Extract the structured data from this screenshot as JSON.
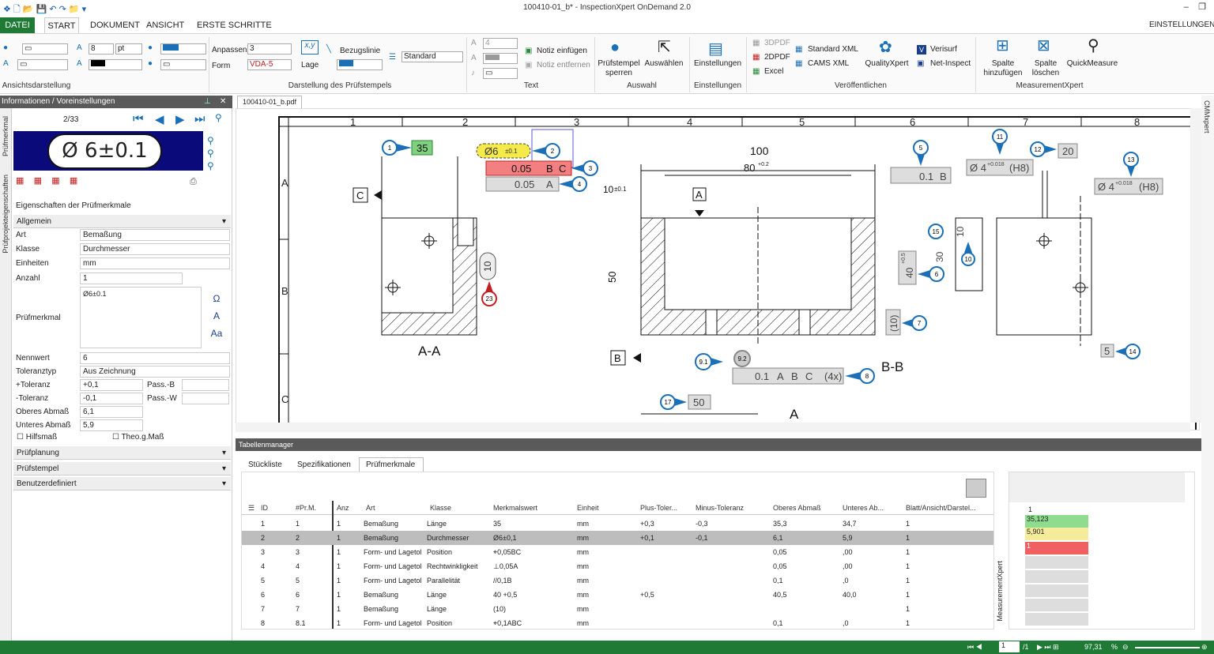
{
  "window": {
    "title": "100410-01_b* - InspectionXpert OnDemand 2.0"
  },
  "menu": {
    "datei": "DATEI",
    "start": "START",
    "dokument": "DOKUMENT",
    "ansicht": "ANSICHT",
    "erste_schritte": "ERSTE SCHRITTE",
    "einstellungen": "EINSTELLUNGEN"
  },
  "ribbon": {
    "groups": {
      "ansichtsdarstellung": "Ansichtsdarstellung",
      "darstellung": "Darstellung des Prüfstempels",
      "text": "Text",
      "auswahl": "Auswahl",
      "einstellungen": "Einstellungen",
      "veroeffentlichen": "Veröffentlichen",
      "measurementxpert": "MeasurementXpert"
    },
    "font_size": "8",
    "font_unit": "pt",
    "anpassen_label": "Anpassen",
    "anpassen_value": "3",
    "form_label": "Form",
    "form_value": "VDA-5",
    "xy": "x,y",
    "lage": "Lage",
    "bezugslinie": "Bezugslinie",
    "standard": "Standard",
    "text_size": "4",
    "notiz_einfuegen": "Notiz einfügen",
    "notiz_entfernen": "Notiz entfernen",
    "pruefstempel_sperren": "Prüfstempel sperren",
    "auswaehlen": "Auswählen",
    "einstellungen_btn": "Einstellungen",
    "pdf3d": "3DPDF",
    "pdf2d": "2DPDF",
    "excel": "Excel",
    "standard_xml": "Standard XML",
    "cams_xml": "CAMS XML",
    "qualityxpert": "QualityXpert",
    "verisurf": "Verisurf",
    "net_inspect": "Net-Inspect",
    "spalte_hinzufuegen": "Spalte hinzufügen",
    "spalte_loeschen": "Spalte löschen",
    "quickmeasure": "QuickMeasure"
  },
  "left": {
    "header": "Informationen / Voreinstellungen",
    "sidetab1": "Prüfmerkmal",
    "sidetab2": "Prüfprojekteigenschaften",
    "counter": "2/33",
    "preview_text": "Ø 6±0.1",
    "props_title": "Eigenschaften der Prüfmerkmale",
    "allgemein": "Allgemein",
    "art_lbl": "Art",
    "art_val": "Bemaßung",
    "klasse_lbl": "Klasse",
    "klasse_val": "Durchmesser",
    "einheiten_lbl": "Einheiten",
    "einheiten_val": "mm",
    "anzahl_lbl": "Anzahl",
    "anzahl_val": "1",
    "pm_lbl": "Prüfmerkmal",
    "pm_val": "Ø6±0.1",
    "nennwert_lbl": "Nennwert",
    "nennwert_val": "6",
    "toltyp_lbl": "Toleranztyp",
    "toltyp_val": "Aus Zeichnung",
    "ptol_lbl": "+Toleranz",
    "ptol_val": "+0,1",
    "mtol_lbl": "-Toleranz",
    "mtol_val": "-0,1",
    "passb": "Pass.-B",
    "passw": "Pass.-W",
    "oa_lbl": "Oberes Abmaß",
    "oa_val": "6,1",
    "ua_lbl": "Unteres Abmaß",
    "ua_val": "5,9",
    "hilfsmass": "Hilfsmaß",
    "theo": "Theo.g.Maß",
    "pruefplanung": "Prüfplanung",
    "pruefstempel": "Prüfstempel",
    "benutzerdefiniert": "Benutzerdefiniert"
  },
  "doc": {
    "tab": "100410-01_b.pdf",
    "cols": [
      "1",
      "2",
      "3",
      "4",
      "5",
      "6",
      "7",
      "8"
    ],
    "rows": [
      "A",
      "B",
      "C"
    ],
    "labels": {
      "aa": "A-A",
      "bb": "B-B",
      "a": "A",
      "d100": "100",
      "d80": "80",
      "d80tol": "+0.2",
      "d10": "10",
      "d10tol": "±0.1",
      "d50": "50",
      "d40": "40",
      "d40tol": "+0.5",
      "d30": "30",
      "d10b": "10",
      "d10p": "(10)",
      "dia6": "Ø6",
      "dia6tol": "±0.1",
      "stamp35": "35",
      "tol005a": "0.05",
      "tol005b": "0.05",
      "datA": "A",
      "datB": "B",
      "datC": "C",
      "par01": "0.1",
      "dia4a": "Ø 4",
      "dia4tol": "+0.018",
      "h8": "(H8)",
      "dia4b": "Ø 4",
      "pos01": "0.1",
      "x4": "(4x)",
      "stamp20": "20",
      "stamp50": "50",
      "d5": "5",
      "d10c": "10"
    },
    "callouts": [
      "1",
      "2",
      "3",
      "4",
      "5",
      "6",
      "7",
      "8",
      "9.1",
      "9.2",
      "10",
      "11",
      "12",
      "13",
      "14",
      "15",
      "17",
      "23"
    ]
  },
  "table": {
    "header": "Tabellenmanager",
    "tabs": [
      "Stückliste",
      "Spezifikationen",
      "Prüfmerkmale"
    ],
    "columns": [
      "ID",
      "#Pr.M.",
      "Anz",
      "Art",
      "Klasse",
      "Merkmalswert",
      "Einheit",
      "Plus-Toler...",
      "Minus-Toleranz",
      "Oberes Abmaß",
      "Unteres Ab...",
      "Blatt/Ansicht/Darstel..."
    ],
    "rows": [
      [
        "1",
        "1",
        "1",
        "Bemaßung",
        "Länge",
        "35",
        "mm",
        "+0,3",
        "-0,3",
        "35,3",
        "34,7",
        "1"
      ],
      [
        "2",
        "2",
        "1",
        "Bemaßung",
        "Durchmesser",
        "Ø6±0,1",
        "mm",
        "+0,1",
        "-0,1",
        "6,1",
        "5,9",
        "1"
      ],
      [
        "3",
        "3",
        "1",
        "Form- und Lagetol",
        "Position",
        "⌖0,05BC",
        "mm",
        "",
        "",
        "0,05",
        ",00",
        "1"
      ],
      [
        "4",
        "4",
        "1",
        "Form- und Lagetol",
        "Rechtwinkligkeit",
        "⊥0,05A",
        "mm",
        "",
        "",
        "0,05",
        ",00",
        "1"
      ],
      [
        "5",
        "5",
        "1",
        "Form- und Lagetol",
        "Parallelität",
        "//0,1B",
        "mm",
        "",
        "",
        "0,1",
        ",0",
        "1"
      ],
      [
        "6",
        "6",
        "1",
        "Bemaßung",
        "Länge",
        "40 +0,5",
        "mm",
        "+0,5",
        "",
        "40,5",
        "40,0",
        "1"
      ],
      [
        "7",
        "7",
        "1",
        "Bemaßung",
        "Länge",
        "(10)",
        "mm",
        "",
        "",
        "",
        "",
        "1"
      ],
      [
        "8",
        "8.1",
        "1",
        "Form- und Lagetol",
        "Position",
        "⌖0,1ABC",
        "mm",
        "",
        "",
        "0,1",
        ",0",
        "1"
      ]
    ],
    "mx_header": "1",
    "mx_values": [
      "35,123",
      "5,901",
      "1"
    ],
    "mx_side": "MeasurementXpert"
  },
  "status": {
    "page": "1",
    "of": "/1",
    "zoom": "97,31",
    "pct": "%"
  }
}
